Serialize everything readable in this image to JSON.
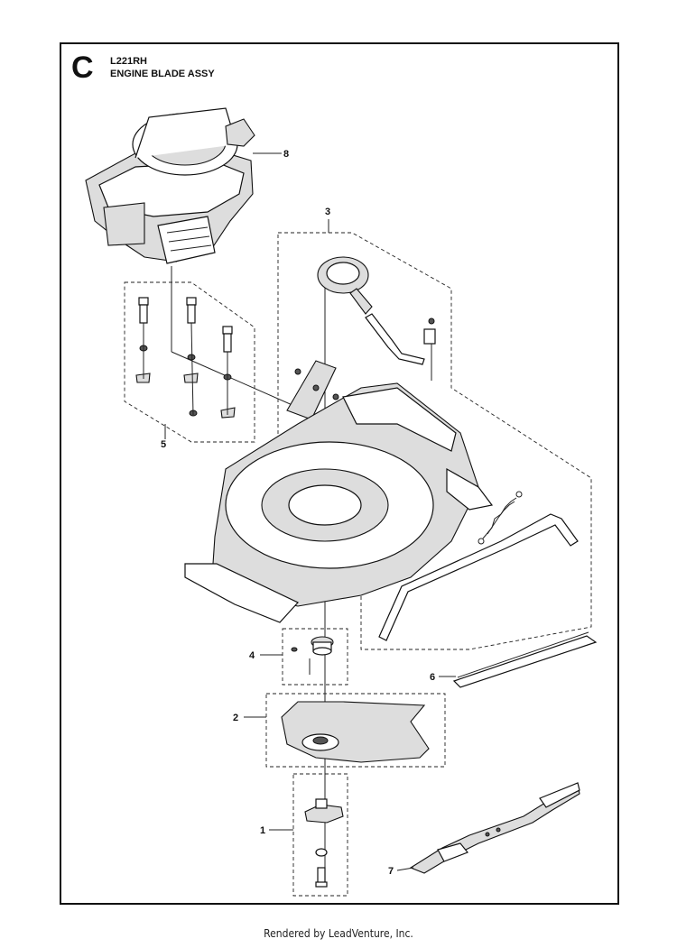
{
  "header": {
    "section_letter": "C",
    "model_code": "L221RH",
    "assembly_title": "ENGINE BLADE ASSY"
  },
  "callouts": [
    "1",
    "2",
    "3",
    "4",
    "5",
    "6",
    "7",
    "8"
  ],
  "footer": {
    "rendered_by": "Rendered by LeadVenture, Inc."
  }
}
